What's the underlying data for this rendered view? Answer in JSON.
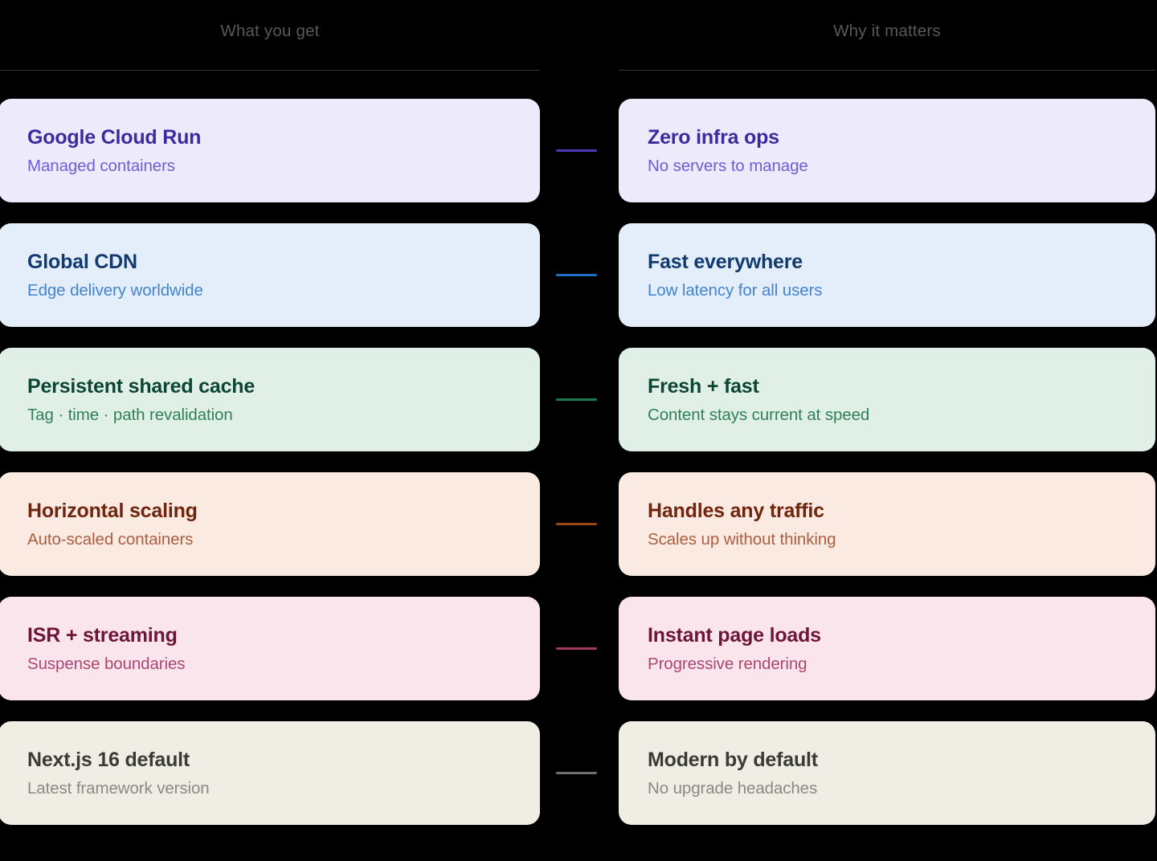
{
  "columns": {
    "left_header": "What you get",
    "right_header": "Why it matters"
  },
  "rows": [
    {
      "left": {
        "title": "Google Cloud Run",
        "subtitle": "Managed containers"
      },
      "right": {
        "title": "Zero infra ops",
        "subtitle": "No servers to manage"
      },
      "theme": {
        "name": "indigo",
        "bg": "#eceafb",
        "title_color": "#3b2b9e",
        "sub_color": "#6e5fd6",
        "connector": "#4b39b8"
      }
    },
    {
      "left": {
        "title": "Global CDN",
        "subtitle": "Edge delivery worldwide"
      },
      "right": {
        "title": "Fast everywhere",
        "subtitle": "Low latency for all users"
      },
      "theme": {
        "name": "blue",
        "bg": "#e4eefa",
        "title_color": "#113a6e",
        "sub_color": "#4384cd",
        "connector": "#1f6fc4"
      }
    },
    {
      "left": {
        "title": "Persistent shared cache",
        "subtitle": "Tag · time · path revalidation"
      },
      "right": {
        "title": "Fresh + fast",
        "subtitle": "Content stays current at speed"
      },
      "theme": {
        "name": "green",
        "bg": "#e0f0e7",
        "title_color": "#0c4435",
        "sub_color": "#328059",
        "connector": "#1f7a52"
      }
    },
    {
      "left": {
        "title": "Horizontal scaling",
        "subtitle": "Auto-scaled containers"
      },
      "right": {
        "title": "Handles any traffic",
        "subtitle": "Scales up without thinking"
      },
      "theme": {
        "name": "orange",
        "bg": "#faeae2",
        "title_color": "#70250e",
        "sub_color": "#ac5f41",
        "connector": "#9b4516"
      }
    },
    {
      "left": {
        "title": "ISR + streaming",
        "subtitle": "Suspense boundaries"
      },
      "right": {
        "title": "Instant page loads",
        "subtitle": "Progressive rendering"
      },
      "theme": {
        "name": "pink",
        "bg": "#fae5ec",
        "title_color": "#6d1536",
        "sub_color": "#ab4870",
        "connector": "#a33a5f"
      }
    },
    {
      "left": {
        "title": "Next.js 16 default",
        "subtitle": "Latest framework version"
      },
      "right": {
        "title": "Modern by default",
        "subtitle": "No upgrade headaches"
      },
      "theme": {
        "name": "neutral",
        "bg": "#f0ede5",
        "title_color": "#3a3a37",
        "sub_color": "#8a8a85",
        "connector": "#6f6f6c"
      }
    }
  ]
}
